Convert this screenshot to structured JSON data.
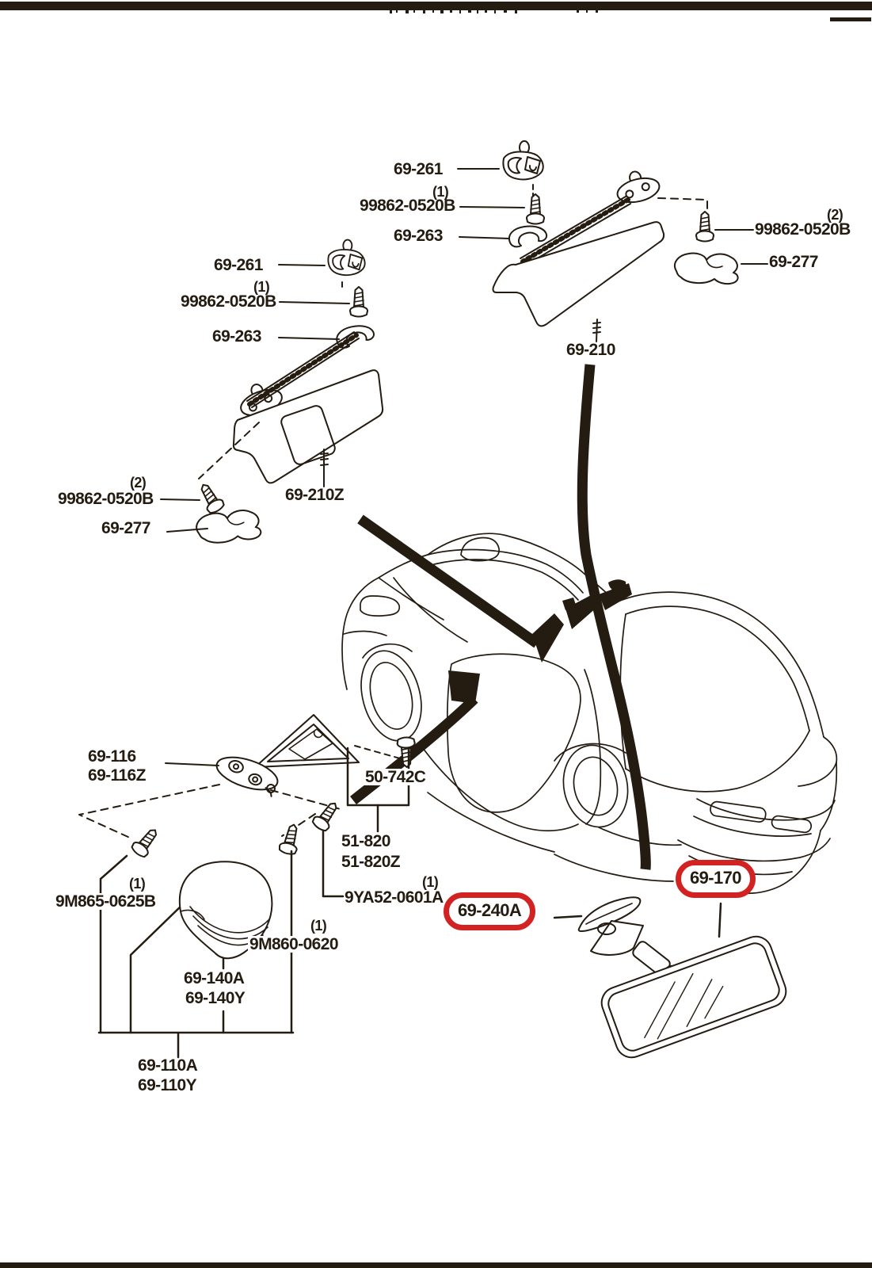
{
  "colors": {
    "ink": "#241b11",
    "highlight": "#d32222",
    "background": "#ffffff"
  },
  "header": {
    "cropped_black_bar": true
  },
  "labels": {
    "r_clip": "69-261",
    "r_screw_qty": "(1)",
    "r_screw": "99862-0520B",
    "r_holder": "69-263",
    "rs_screw_qty": "(2)",
    "rs_screw": "99862-0520B",
    "rs_hook": "69-277",
    "visor_r": "69-210",
    "l_clip": "69-261",
    "l_screw_qty": "(1)",
    "l_screw": "99862-0520B",
    "l_holder": "69-263",
    "ls_screw_qty": "(2)",
    "ls_screw": "99862-0520B",
    "ls_hook": "69-277",
    "visor_l": "69-210Z",
    "mirror_base_a": "69-116",
    "mirror_base_b": "69-116Z",
    "cowl_trim": "50-742C",
    "windshield_a": "51-820",
    "windshield_b": "51-820Z",
    "screw_9ya_qty": "(1)",
    "screw_9ya": "9YA52-0601A",
    "screw_9m865_qty": "(1)",
    "screw_9m865": "9M865-0625B",
    "screw_9m860_qty": "(1)",
    "screw_9m860": "9M860-0620",
    "stay_cover_a": "69-140A",
    "stay_cover_b": "69-140Y",
    "mirror_outer_a": "69-110A",
    "mirror_outer_b": "69-110Y",
    "room_mirror_stay": "69-240A",
    "room_mirror": "69-170"
  },
  "highlighted_parts": [
    "69-240A",
    "69-170"
  ]
}
